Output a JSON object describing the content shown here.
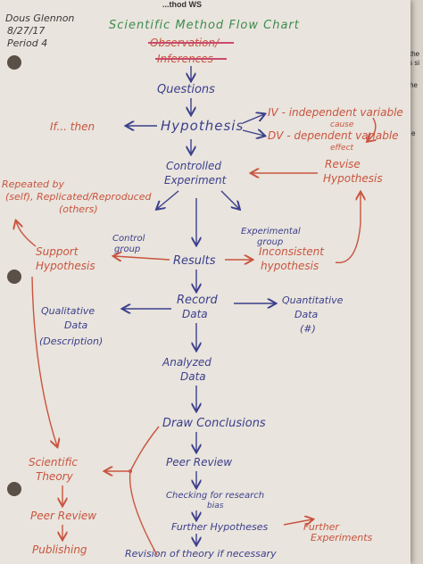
{
  "page": {
    "header_fragment": "...thod WS",
    "under_sheet_fragments": [
      "the",
      "s si",
      "he",
      "e"
    ]
  },
  "student": {
    "name": "Dous Glennon",
    "date": "8/27/17",
    "period": "Period 4"
  },
  "title": "Scientific Method Flow Chart",
  "nodes": {
    "observation": "Observation/",
    "inferences": "Inferences",
    "questions": "Questions",
    "hypothesis": "Hypothesis",
    "if_then": "If... then",
    "iv_independent": "IV - independent variable",
    "iv_cause": "cause",
    "dv_dependent": "DV - dependent variable",
    "dv_effect": "effect",
    "controlled_experiment_1": "Controlled",
    "controlled_experiment_2": "Experiment",
    "control_group_1": "Control",
    "control_group_2": "group",
    "experimental_group_1": "Experimental",
    "experimental_group_2": "group",
    "revise_hypothesis_1": "Revise",
    "revise_hypothesis_2": "Hypothesis",
    "repeated_1": "Repeated by",
    "repeated_2": "(self), Replicated/Reproduced",
    "repeated_3": "(others)",
    "results": "Results",
    "support_1": "Support",
    "support_2": "Hypothesis",
    "inconsistent_1": "Inconsistent",
    "inconsistent_2": "hypothesis",
    "record_data_1": "Record",
    "record_data_2": "Data",
    "qualitative_1": "Qualitative",
    "qualitative_2": "Data",
    "qualitative_3": "(Description)",
    "quantitative_1": "Quantitative",
    "quantitative_2": "Data",
    "quantitative_3": "(#)",
    "analyzed_1": "Analyzed",
    "analyzed_2": "Data",
    "draw_conclusions": "Draw Conclusions",
    "peer_review_mid": "Peer Review",
    "checking_1": "Checking for research",
    "checking_2": "bias",
    "further_hypotheses": "Further Hypotheses",
    "further_experiments_1": "Further",
    "further_experiments_2": "Experiments",
    "revision_of_theory": "Revision of theory if necessary",
    "scientific_theory_1": "Scientific",
    "scientific_theory_2": "Theory",
    "peer_review_left": "Peer Review",
    "publishing": "Publishing"
  },
  "colors": {
    "paper": "#e9e4dd",
    "background": "#6b5f53",
    "blue_ink": "#3b3f8c",
    "red_ink": "#c9543f",
    "green_ink": "#3e8b4f",
    "pencil": "#3a3a3a"
  }
}
